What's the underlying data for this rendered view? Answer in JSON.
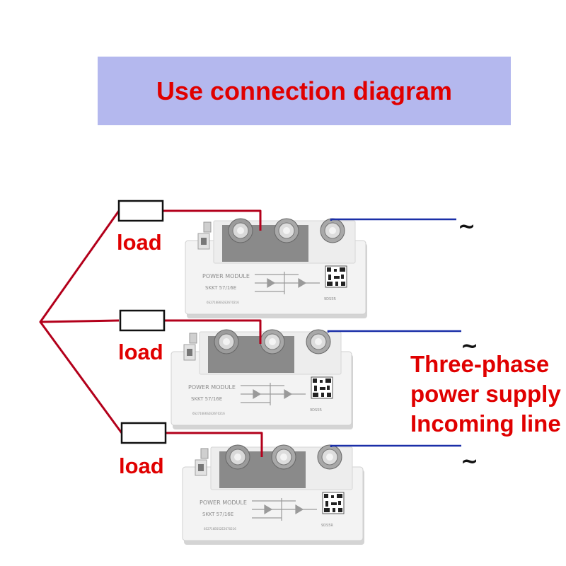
{
  "title": "Use connection diagram",
  "load_label": "load",
  "phase_symbol": "~",
  "supply_label": [
    "Three-phase",
    "power supply",
    "Incoming line"
  ],
  "module_print": {
    "line1": "POWER MODULE",
    "line2": "SKKT 57/16E",
    "line3": "6S2716E6S2E2670216",
    "code": "9DS5R"
  },
  "colors": {
    "load_wire": "#b3001b",
    "supply_wire": "#1a2fa8",
    "accent": "#e00000"
  }
}
